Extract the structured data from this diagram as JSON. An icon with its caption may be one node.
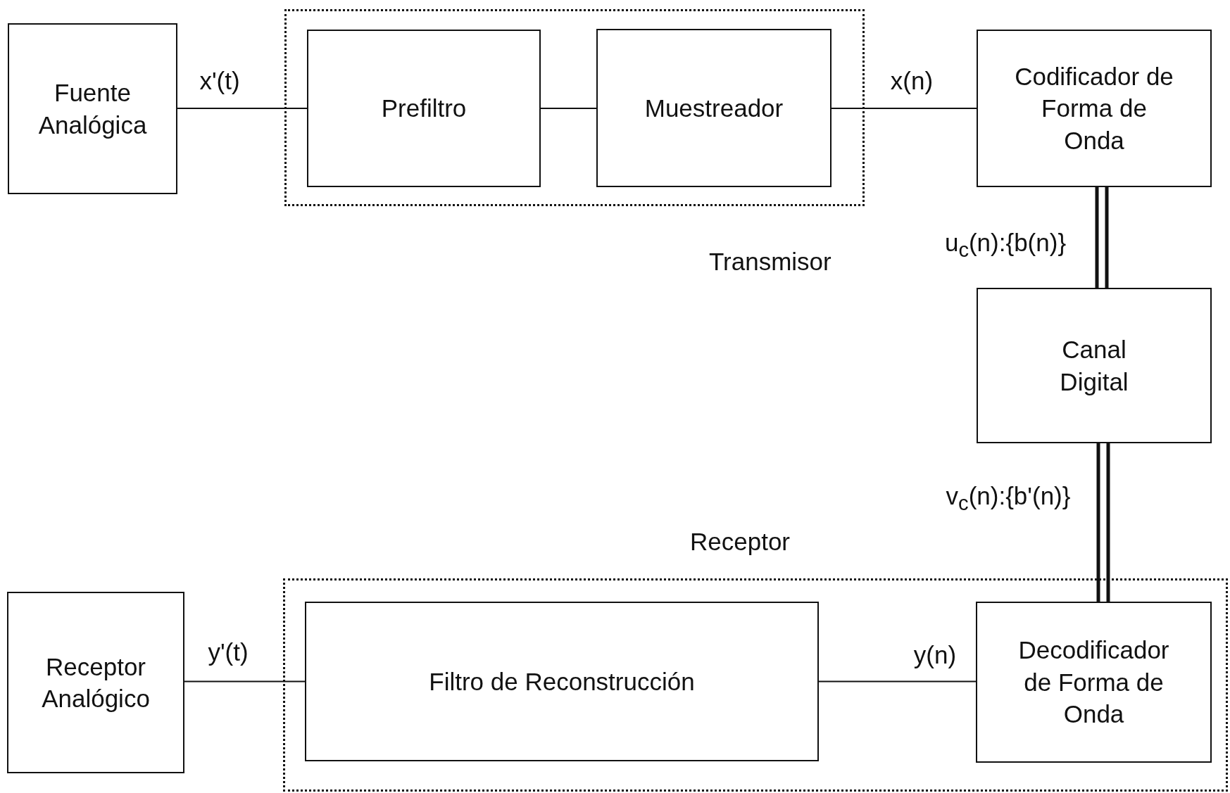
{
  "diagram": {
    "nodes": [
      {
        "text": [
          "Fuente Analógica"
        ]
      },
      {
        "text": [
          "Transmisor"
        ]
      },
      {
        "text": [
          "Prefiltro"
        ],
        "in": 1
      },
      {
        "text": [
          "Muestreador"
        ],
        "in": 1
      },
      {
        "text": [
          "Codificador de Forma de Onda"
        ]
      },
      {
        "text": [
          "Canal Digital"
        ]
      },
      {
        "text": [
          "Receptor"
        ]
      },
      {
        "text": [
          "Filtro de Reconstrucción"
        ],
        "in": 6
      },
      {
        "text": [
          "Decodificador de Forma de Onda"
        ],
        "in": 6
      },
      {
        "text": [
          "Receptor Analógico"
        ]
      }
    ],
    "edges": [
      {
        "from": 0,
        "to": 2,
        "arrow": "none",
        "label": "x'(t)"
      },
      {
        "from": 2,
        "to": 3,
        "arrow": "none"
      },
      {
        "from": 3,
        "to": 4,
        "arrow": "none",
        "label": "x(n)"
      },
      {
        "from": 4,
        "to": 5,
        "arrow": "none",
        "label": "u$_{c}$(n):{b(n)}",
        "style": "thick"
      },
      {
        "from": 5,
        "to": 8,
        "arrow": "none",
        "label": "v$_{c}$(n):{b'(n)}",
        "style": "thick"
      },
      {
        "from": 8,
        "to": 7,
        "arrow": "none",
        "label": "y(n)"
      },
      {
        "from": 7,
        "to": 9,
        "arrow": "none",
        "label": "y'(t)"
      }
    ]
  }
}
